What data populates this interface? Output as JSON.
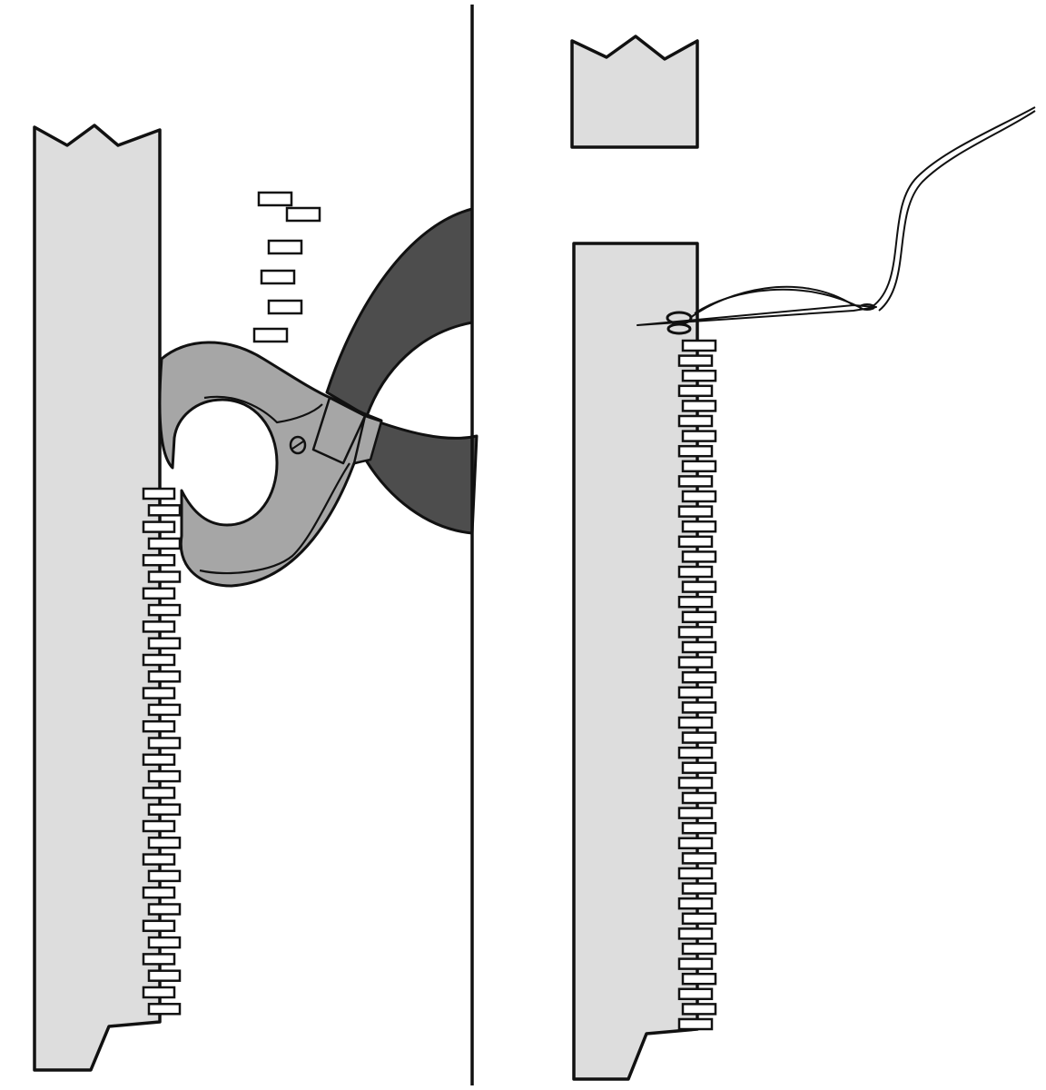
{
  "colors": {
    "tape": "#dddddd",
    "outline": "#111111",
    "plier_head": "#a6a6a6",
    "plier_handle": "#4d4d4d",
    "tooth": "#ffffff",
    "background": "#ffffff"
  },
  "panels": [
    {
      "id": "left",
      "caption": "",
      "zipper_teeth": 32,
      "removed_teeth": 6,
      "tools": [
        "cutting-pliers"
      ]
    },
    {
      "id": "right",
      "caption": "",
      "zipper_teeth": 46,
      "removed_teeth": 0,
      "tools": [
        "needle",
        "thread"
      ]
    }
  ]
}
